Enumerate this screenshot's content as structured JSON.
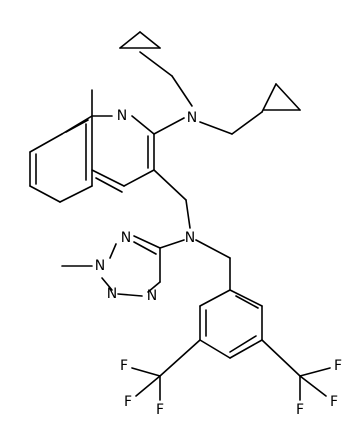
{
  "molecule": {
    "atom_labels": {
      "n_quinoline": "N",
      "n_amine_top": "N",
      "n_amine_mid": "N",
      "n_tetrazole_1": "N",
      "n_tetrazole_2": "N",
      "n_tetrazole_3": "N",
      "n_tetrazole_4": "N",
      "f1": "F",
      "f2": "F",
      "f3": "F",
      "f4": "F",
      "f5": "F",
      "f6": "F"
    }
  }
}
